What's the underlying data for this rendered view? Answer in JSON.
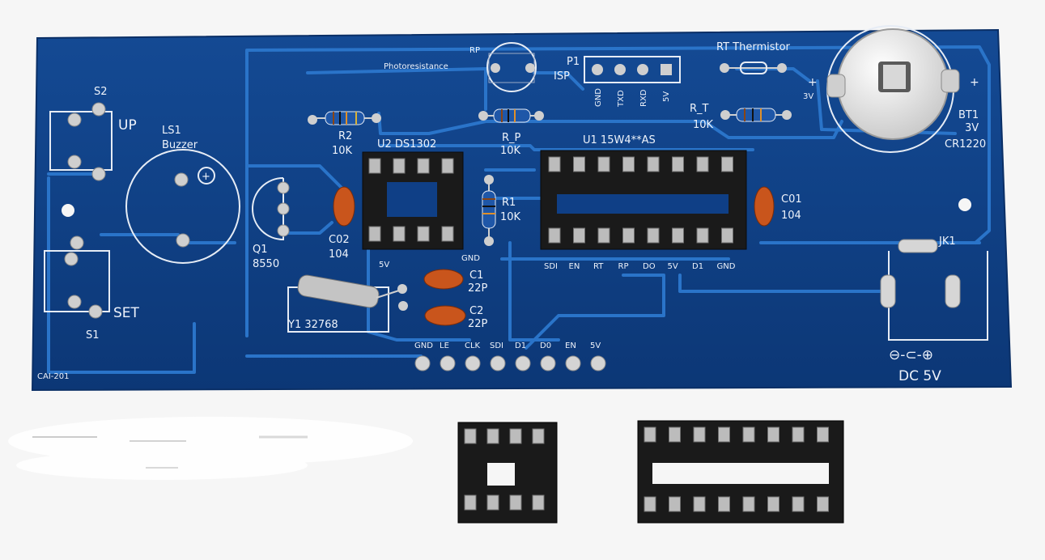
{
  "board": {
    "id": "CAI-201",
    "colors": {
      "board": "#0f3f86",
      "trace": "#2a74c9",
      "silkscreen": "#eef3fb",
      "socket": "#1a1a1a",
      "pad": "#c9c9c9",
      "capacitor": "#c9551c"
    }
  },
  "labels": {
    "s2": "S2",
    "up": "UP",
    "s1": "S1",
    "set": "SET",
    "ls1": "LS1",
    "buzzer": "Buzzer",
    "q1": "Q1",
    "q1_part": "8550",
    "r2": "R2",
    "r2_val": "10K",
    "u2": "U2 DS1302",
    "rp": "RP",
    "photoresistance": "Photoresistance",
    "p1": "P1",
    "isp": "ISP",
    "isp_pins": [
      "GND",
      "TXD",
      "RXD",
      "5V"
    ],
    "rp2": "R_P",
    "rp2_val": "10K",
    "rt": "RT Thermistor",
    "rt2": "R_T",
    "rt2_val": "10K",
    "bt1": "BT1",
    "bt1_v": "3V",
    "bt1_part": "CR1220",
    "batt_plus_l": "+",
    "batt_3v_l": "3V",
    "batt_plus_r": "+",
    "u1": "U1 15W4**AS",
    "r1": "R1",
    "r1_val": "10K",
    "c02": "C02",
    "c02_val": "104",
    "c01": "C01",
    "c01_val": "104",
    "c1": "C1",
    "c1_val": "22P",
    "c2": "C2",
    "c2_val": "22P",
    "y1": "Y1 32768",
    "u2_5v": "5V",
    "u2_gnd": "GND",
    "u1_pins": [
      "SDI",
      "EN",
      "RT",
      "RP",
      "DO",
      "5V",
      "D1",
      "GND"
    ],
    "header_pins": [
      "GND",
      "LE",
      "CLK",
      "SDI",
      "D1",
      "D0",
      "EN",
      "5V"
    ],
    "jk1": "JK1",
    "dc": "DC 5V",
    "polarity": "⊖-⊂-⊕"
  }
}
